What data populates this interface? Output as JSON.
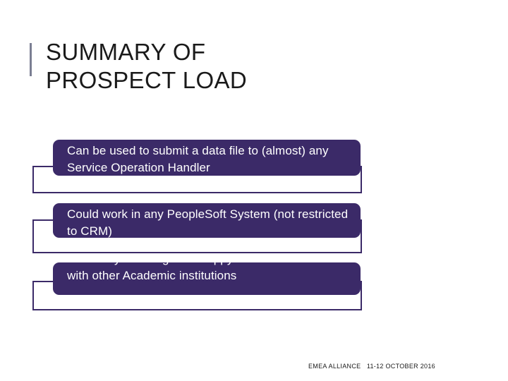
{
  "slide": {
    "title": "SUMMARY OF\nPROSPECT LOAD",
    "accent_color": "#7b7f93",
    "box_fill_color": "#3b2a68",
    "box_border_color": "#3b2a68",
    "background_color": "#ffffff",
    "items": [
      {
        "text": "Can be used to submit a data file to (almost) any Service Operation Handler"
      },
      {
        "text": "Could work in any PeopleSoft System (not restricted to CRM)"
      },
      {
        "text": "University of Glasgow is happy to share this solution with other Academic institutions"
      }
    ],
    "footer": "EMEA ALLIANCE   11-12 OCTOBER 2016"
  }
}
